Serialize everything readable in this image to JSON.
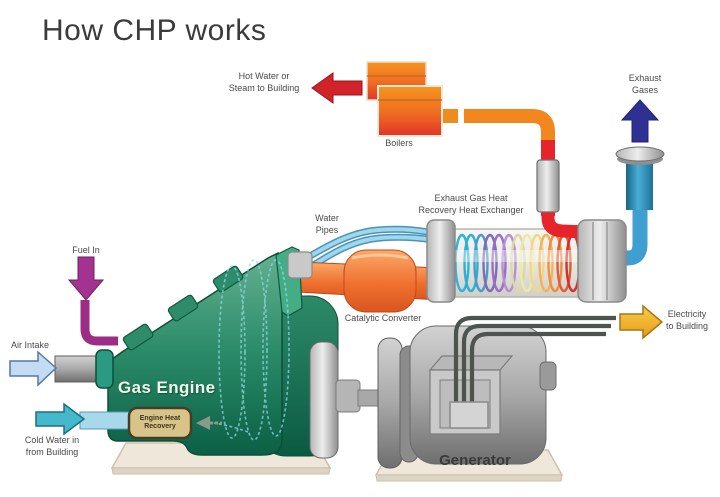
{
  "title": "How CHP works",
  "labels": {
    "hot_water_line1": "Hot Water or",
    "hot_water_line2": "Steam to Building",
    "boilers": "Boilers",
    "exhaust_gases_line1": "Exhaust",
    "exhaust_gases_line2": "Gases",
    "heat_exchanger_line1": "Exhaust Gas Heat",
    "heat_exchanger_line2": "Recovery Heat Exchanger",
    "water_pipes_line1": "Water",
    "water_pipes_line2": "Pipes",
    "catalytic_converter": "Catalytic Converter",
    "fuel_in": "Fuel In",
    "air_intake": "Air Intake",
    "cold_water_line1": "Cold Water in",
    "cold_water_line2": "from Building",
    "gas_engine": "Gas Engine",
    "engine_heat_recovery_line1": "Engine Heat",
    "engine_heat_recovery_line2": "Recovery",
    "generator": "Generator",
    "electricity_line1": "Electricity",
    "electricity_line2": "to Building"
  },
  "colors": {
    "boiler_orange": "#f6921e",
    "hot_water_red": "#d2232b",
    "fuel_magenta": "#a23390",
    "exhaust_navy": "#2e3192",
    "cold_water_teal": "#45b8cb",
    "air_intake_blue": "#c4dcf2",
    "electricity_yellow": "#eeb024",
    "engine_green": "#1f7a58",
    "chimney_blue": "#2a7fa5",
    "generator_gray": "#9a9a9a",
    "cable_gray": "#4b554e",
    "catalytic_orange": "#ef7030",
    "water_pipe_blue": "#7cc4e0"
  }
}
